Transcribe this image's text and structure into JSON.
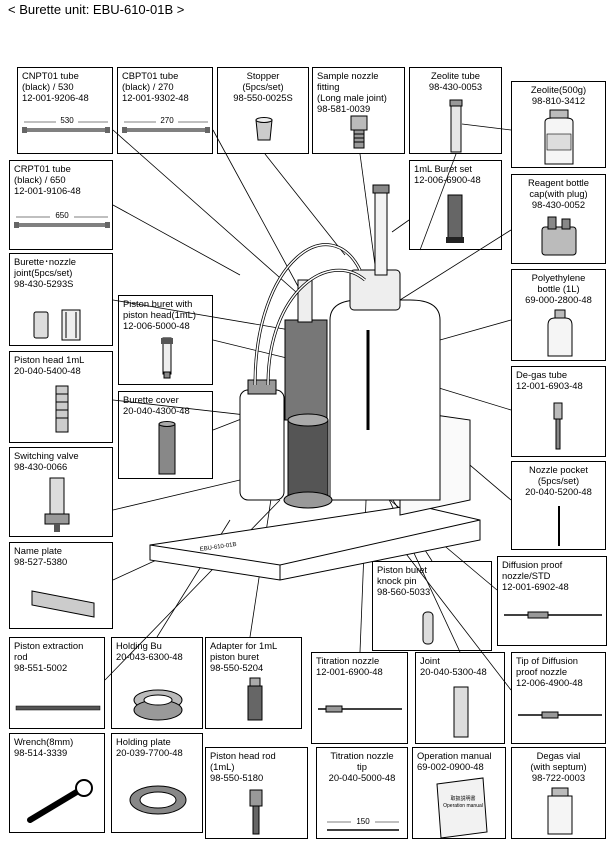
{
  "title": "< Burette unit: EBU-610-01B >",
  "model_label": "EBU-610-01B",
  "parts": [
    {
      "id": "cnpt01",
      "name": "CNPT01 tube\n(black) / 530\n12-001-9206-48",
      "dim": "530"
    },
    {
      "id": "cbpt01",
      "name": "CBPT01 tube\n(black) / 270\n12-001-9302-48",
      "dim": "270"
    },
    {
      "id": "stopper",
      "name": "Stopper\n(5pcs/set)\n98-550-0025S"
    },
    {
      "id": "sample_nozzle",
      "name": "Sample nozzle\nfitting\n(Long male joint)\n98-581-0039"
    },
    {
      "id": "zeolite_tube",
      "name": "Zeolite tube\n98-430-0053"
    },
    {
      "id": "zeolite",
      "name": "Zeolite(500g)\n98-810-3412"
    },
    {
      "id": "crpt01",
      "name": "CRPT01 tube\n(black) / 650\n12-001-9106-48",
      "dim": "650"
    },
    {
      "id": "buret_set",
      "name": "1mL Buret set\n12-006-6900-48"
    },
    {
      "id": "reagent_cap",
      "name": "Reagent bottle\ncap(with plug)\n98-430-0052"
    },
    {
      "id": "nozzle_joint",
      "name": "Burette･nozzle\njoint(5pcs/set)\n98-430-5293S"
    },
    {
      "id": "piston_buret",
      "name": "Piston buret with\npiston head(1mL)\n12-006-5000-48"
    },
    {
      "id": "pe_bottle",
      "name": "Polyethylene\nbottle (1L)\n69-000-2800-48"
    },
    {
      "id": "piston_head",
      "name": "Piston head 1mL\n20-040-5400-48"
    },
    {
      "id": "burette_cover",
      "name": "Burette cover\n20-040-4300-48"
    },
    {
      "id": "degas_tube",
      "name": "De-gas tube\n12-001-6903-48"
    },
    {
      "id": "switching_valve",
      "name": "Switching valve\n98-430-0066"
    },
    {
      "id": "nozzle_pocket",
      "name": "Nozzle pocket\n(5pcs/set)\n20-040-5200-48"
    },
    {
      "id": "name_plate",
      "name": "Name plate\n98-527-5380"
    },
    {
      "id": "knock_pin",
      "name": "Piston buret\nknock pin\n98-560-5033"
    },
    {
      "id": "diffusion_nozzle",
      "name": "Diffusion proof\nnozzle/STD\n12-001-6902-48"
    },
    {
      "id": "extraction_rod",
      "name": "Piston extraction\nrod\n98-551-5002"
    },
    {
      "id": "holding_bu",
      "name": "Holding Bu\n20-043-6300-48"
    },
    {
      "id": "adapter",
      "name": "Adapter for 1mL\npiston buret\n98-550-5204"
    },
    {
      "id": "titration_nozzle",
      "name": "Titration nozzle\n12-001-6900-48"
    },
    {
      "id": "joint",
      "name": "Joint\n20-040-5300-48"
    },
    {
      "id": "tip_diffusion",
      "name": "Tip of Diffusion\nproof nozzle\n12-006-4900-48"
    },
    {
      "id": "wrench",
      "name": "Wrench(8mm)\n98-514-3339"
    },
    {
      "id": "holding_plate",
      "name": "Holding plate\n20-039-7700-48"
    },
    {
      "id": "piston_head_rod",
      "name": "Piston head rod\n(1mL)\n98-550-5180"
    },
    {
      "id": "titration_tip",
      "name": "Titration nozzle\ntip\n20-040-5000-48",
      "dim": "150"
    },
    {
      "id": "operation_manual",
      "name": "Operation manual\n69-002-0900-48",
      "manual_text": "取扱説明書\nOperation manual"
    },
    {
      "id": "degas_vial",
      "name": "Degas vial\n(with septum)\n98-722-0003"
    }
  ]
}
